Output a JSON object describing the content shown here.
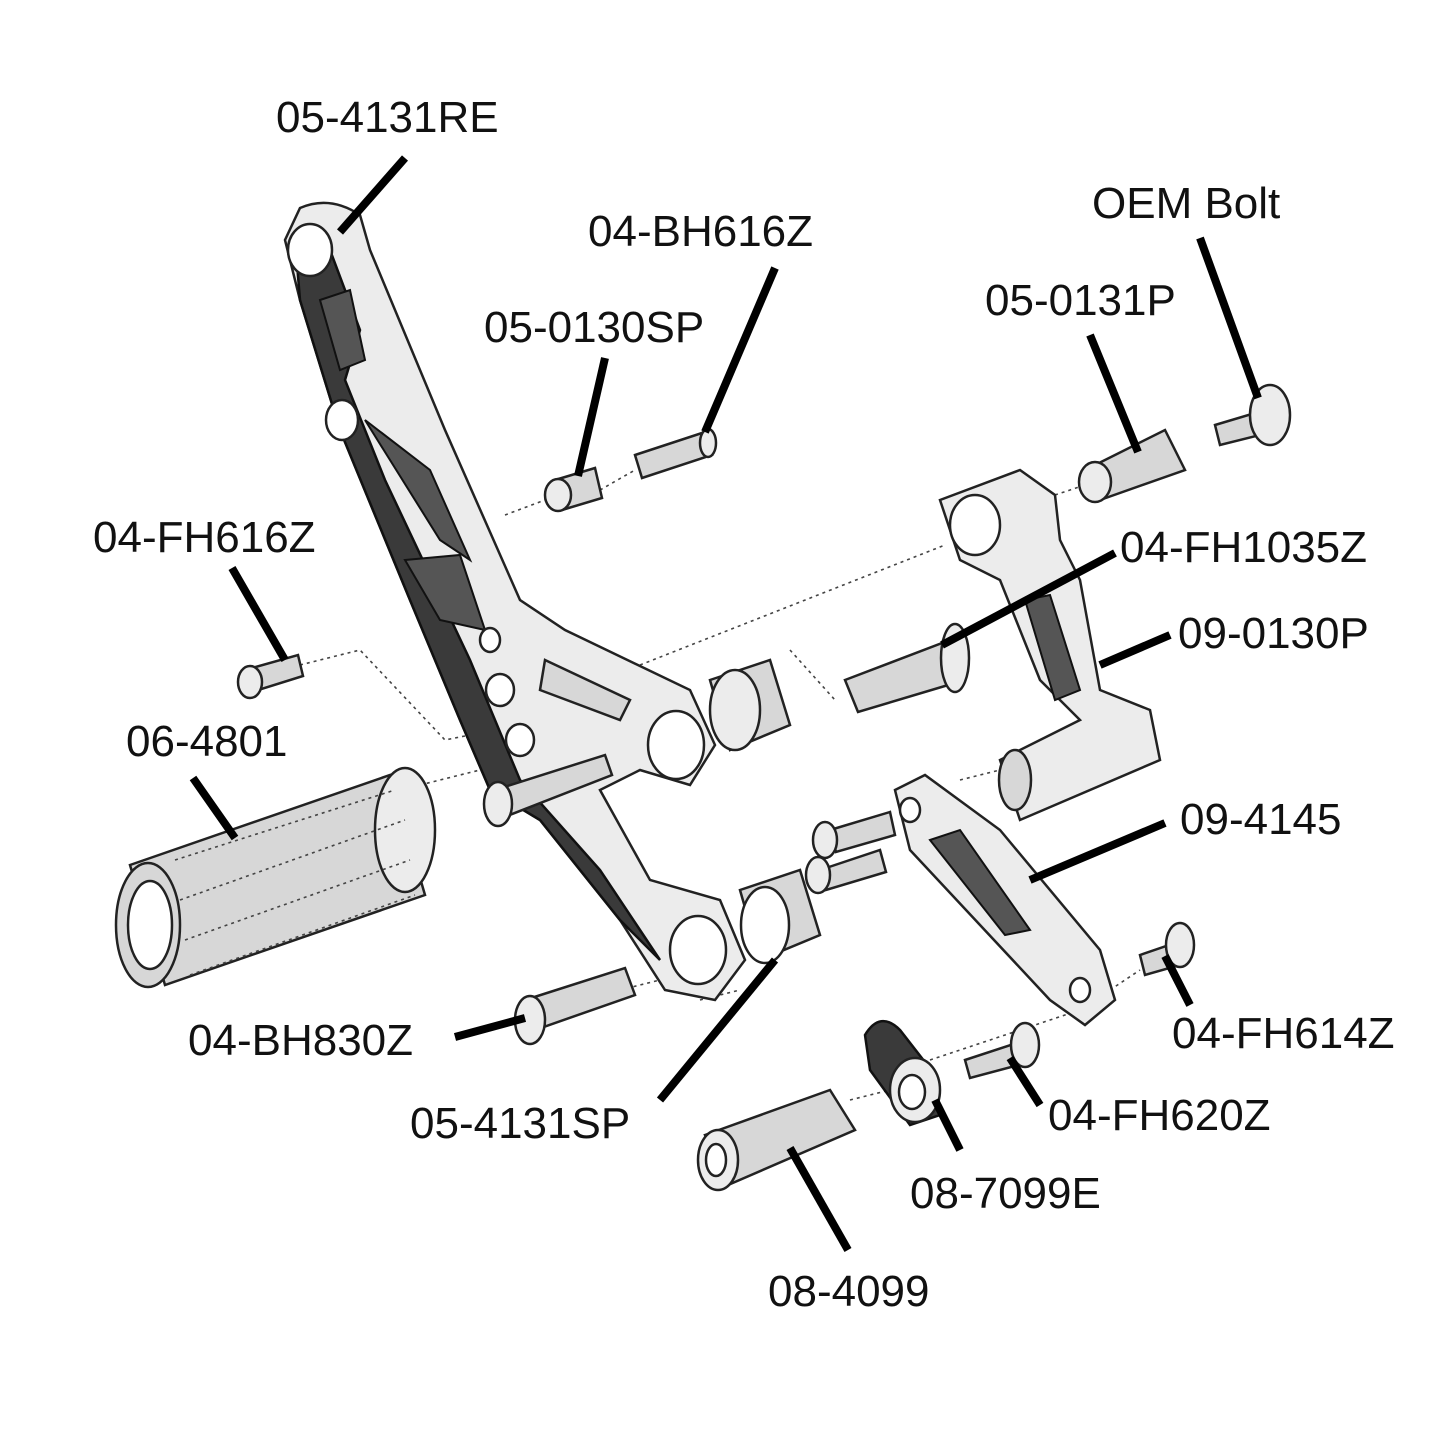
{
  "labels": {
    "p_05_4131RE": "05-4131RE",
    "p_04_BH616Z": "04-BH616Z",
    "p_OEM_Bolt": "OEM Bolt",
    "p_05_0131P": "05-0131P",
    "p_05_0130SP": "05-0130SP",
    "p_04_FH616Z": "04-FH616Z",
    "p_04_FH1035Z": "04-FH1035Z",
    "p_09_0130P": "09-0130P",
    "p_06_4801": "06-4801",
    "p_09_4145": "09-4145",
    "p_04_FH614Z": "04-FH614Z",
    "p_04_BH830Z": "04-BH830Z",
    "p_04_FH620Z": "04-FH620Z",
    "p_05_4131SP": "05-4131SP",
    "p_08_7099E": "08-7099E",
    "p_08_4099": "08-4099"
  }
}
